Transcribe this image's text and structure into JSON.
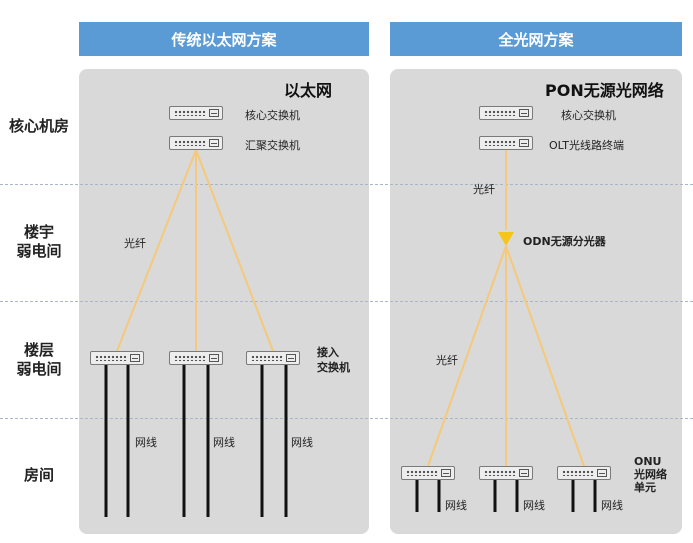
{
  "headers": {
    "left": "传统以太网方案",
    "right": "全光网方案"
  },
  "rows": {
    "core": "核心机房",
    "building_1": "楼宇",
    "building_2": "弱电间",
    "floor_1": "楼层",
    "floor_2": "弱电间",
    "room": "房间"
  },
  "ethernet": {
    "title": "以太网",
    "core_switch": "核心交换机",
    "aggregation_switch": "汇聚交换机",
    "fiber": "光纤",
    "access_switch_1": "接入",
    "access_switch_2": "交换机",
    "cable_1": "网线",
    "cable_2": "网线",
    "cable_3": "网线"
  },
  "pon": {
    "title": "PON无源光网络",
    "core_switch": "核心交换机",
    "olt": "OLT光线路终端",
    "fiber_upper": "光纤",
    "odn": "ODN无源分光器",
    "fiber_lower": "光纤",
    "onu_1": "ONU",
    "onu_2": "光网络",
    "onu_3": "单元",
    "cable_1": "网线",
    "cable_2": "网线",
    "cable_3": "网线"
  },
  "icons": {
    "switch": "network-switch-icon",
    "splitter": "splitter-triangle-icon"
  },
  "colors": {
    "header": "#5b9bd5",
    "panel": "#d9d9d9",
    "fiber": "#f5c97a",
    "splitter": "#f5c518",
    "cable": "#111111"
  }
}
